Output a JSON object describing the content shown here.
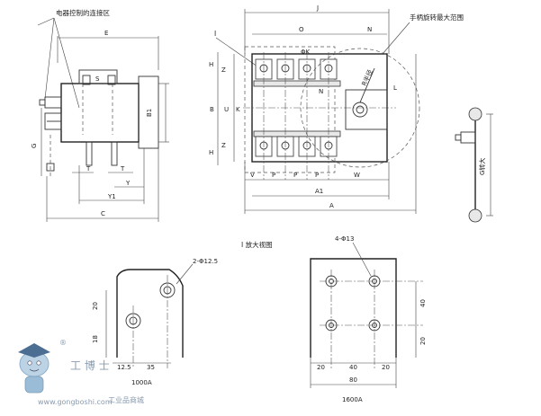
{
  "labels": {
    "electric_control_area": "电器控制的连接区",
    "handle_rotation": "手柄旋转最大范围",
    "enlarged_view": "I 放大视图",
    "marker_I": "I",
    "handle_center": "G转大",
    "radius_label": "R半径"
  },
  "dims_side": {
    "E": "E",
    "S": "S",
    "B1": "B1",
    "G": "G",
    "T1": "T",
    "T2": "T",
    "Y": "Y",
    "Y1": "Y1",
    "C": "C"
  },
  "dims_front": {
    "J": "J",
    "O": "O",
    "N_top": "N",
    "phi_K": "ΦK",
    "H_top": "H",
    "Z_top": "Z",
    "B": "B",
    "U": "U",
    "K": "K",
    "Z_bot": "Z",
    "H_bot": "H",
    "N_mid": "N",
    "L": "L",
    "V": "V",
    "P1": "P",
    "P2": "P",
    "P3": "P",
    "W": "W",
    "A1": "A1",
    "A": "A"
  },
  "detail_1000": {
    "hole_label": "2-Φ12.5",
    "d20": "20",
    "d18": "18",
    "d12_5": "12.5",
    "d35": "35",
    "caption": "1000A"
  },
  "detail_1600": {
    "hole_label": "4-Φ13",
    "d40v": "40",
    "d20v": "20",
    "d20a": "20",
    "d40h": "40",
    "d20b": "20",
    "d80": "80",
    "caption": "1600A"
  },
  "watermark": {
    "brand": "工 博 士",
    "registered": "®",
    "url": "www.gongboshi.com",
    "tagline": "工业品商城"
  }
}
